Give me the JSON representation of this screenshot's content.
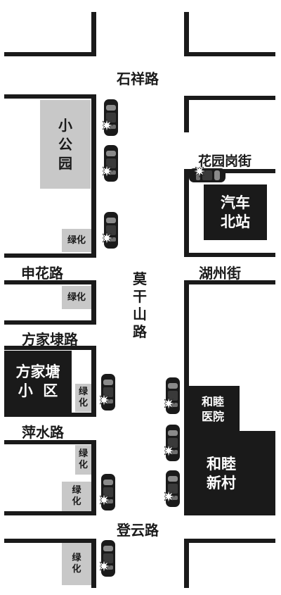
{
  "colors": {
    "road_edge": "#1a1a1a",
    "green_area": "#c8c8c8",
    "building": "#1a1a1a"
  },
  "roads": {
    "shixiang": "石祥路",
    "shenhua": "申花路",
    "fangjiadai": "方家埭路",
    "pingshui": "萍水路",
    "dengyun": "登云路",
    "moganshan": "莫干山路",
    "huayuangang": "花园岗街",
    "huzhou": "湖州街"
  },
  "places": {
    "park": "小公园",
    "bus_station": [
      "汽车",
      "北站"
    ],
    "fangjiatang": [
      "方家塘",
      "小  区"
    ],
    "hemu_hospital": [
      "和睦",
      "医院"
    ],
    "hemu_village": [
      "和睦",
      "新村"
    ]
  },
  "green_label": "绿化",
  "marker_icon": "crashed-car-icon"
}
